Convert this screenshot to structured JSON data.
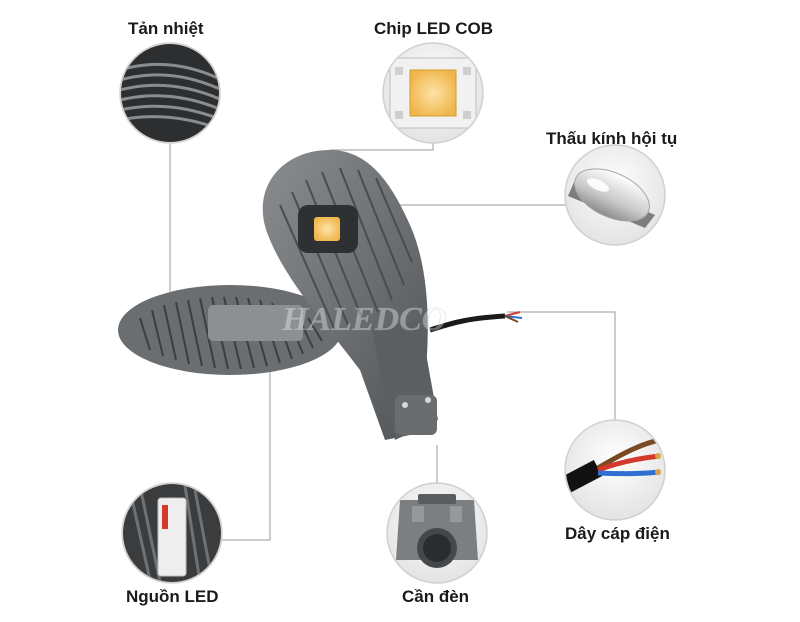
{
  "labels": {
    "heatsink": "Tản nhiệt",
    "cob_chip": "Chip LED COB",
    "lens": "Thấu kính hội tụ",
    "cable": "Dây cáp điện",
    "driver": "Nguồn LED",
    "arm": "Cần đèn"
  },
  "watermark": "HALEDCO",
  "colors": {
    "text": "#1a1a1a",
    "leader_line": "#9a9a9a",
    "lamp_body": "#6e7174",
    "lamp_dark": "#55585b",
    "led_warm": "#f4c76a",
    "wire_red": "#d33a2c",
    "wire_blue": "#2f6fd1",
    "wire_brown": "#7a4a23"
  }
}
